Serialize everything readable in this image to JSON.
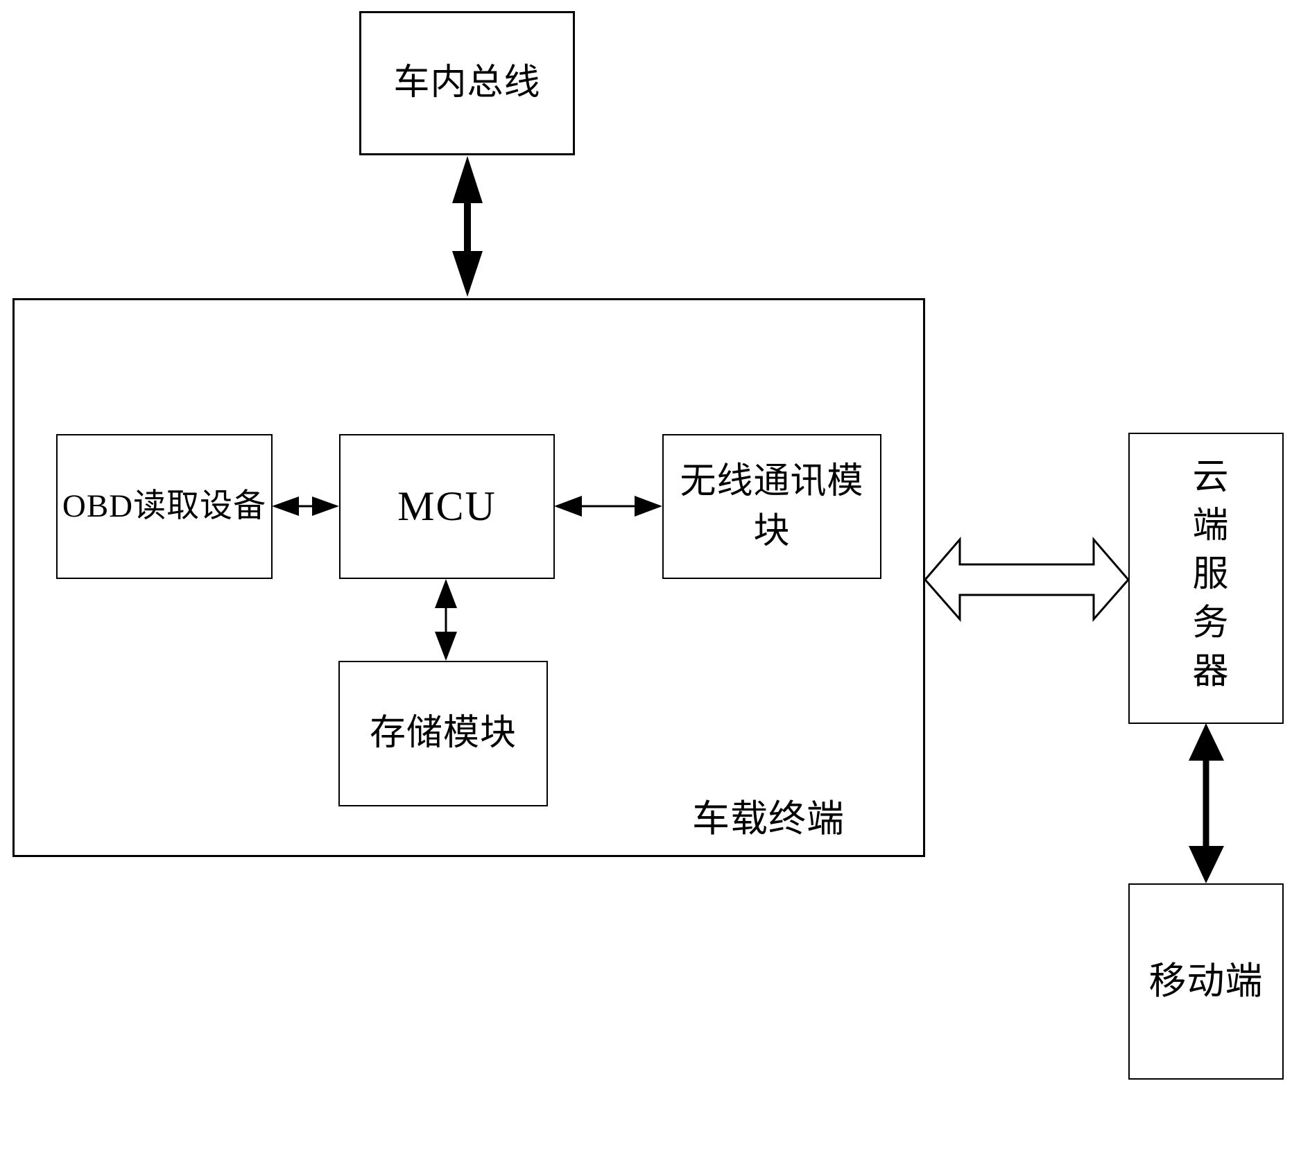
{
  "diagram": {
    "background_color": "#ffffff",
    "line_color": "#000000",
    "nodes": {
      "bus": {
        "label": "车内总线"
      },
      "obd": {
        "label": "OBD读取设备"
      },
      "mcu": {
        "label": "MCU"
      },
      "wireless": {
        "label": "无线通讯模块"
      },
      "storage": {
        "label": "存储模块"
      },
      "terminal": {
        "label": "车载终端"
      },
      "cloud": {
        "label": "云端服务器"
      },
      "mobile": {
        "label": "移动端"
      }
    }
  }
}
